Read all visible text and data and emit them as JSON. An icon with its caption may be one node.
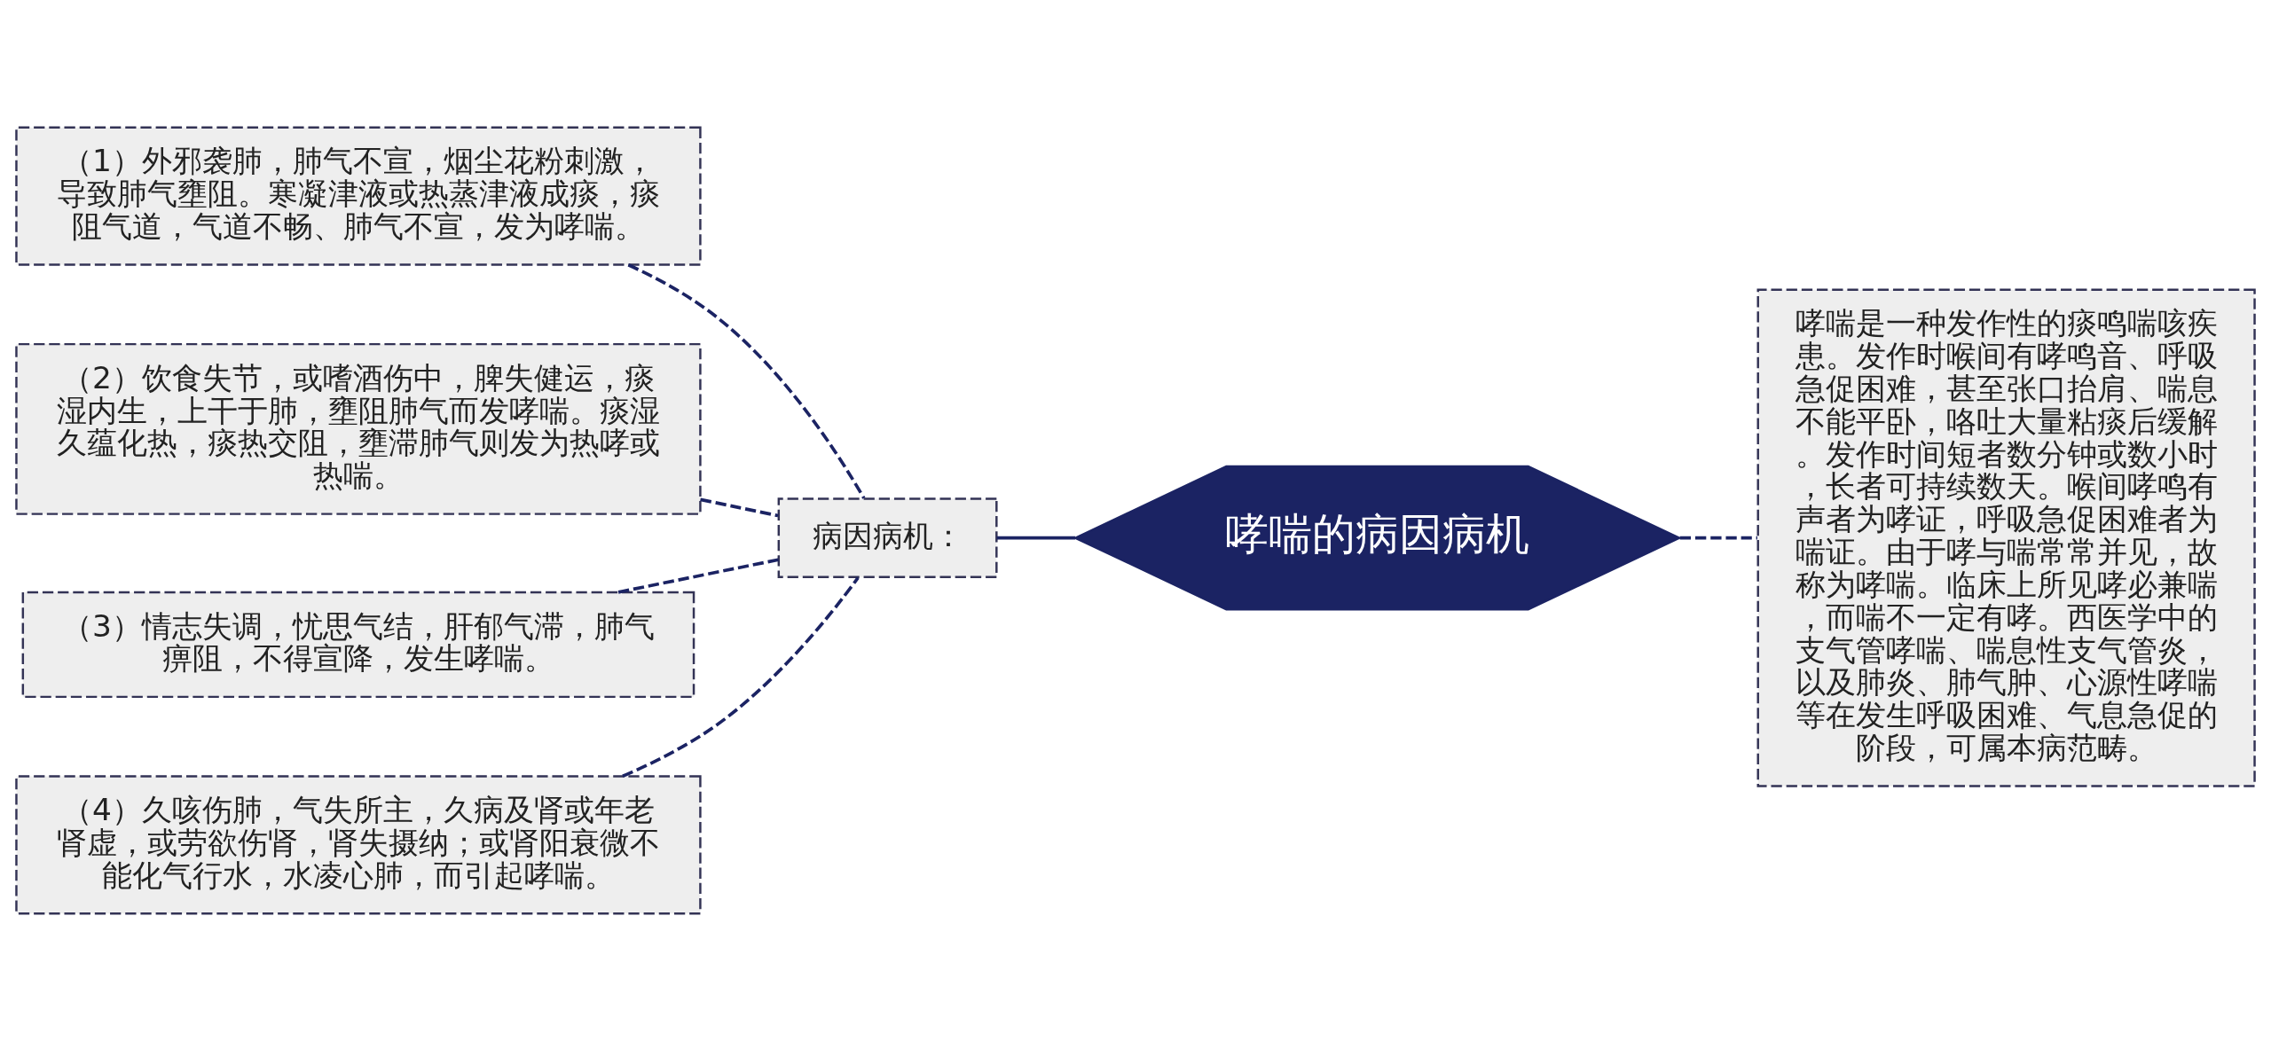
{
  "diagram": {
    "nodes": [
      {
        "text": [
          "哮喘的病因病机"
        ]
      },
      {
        "text": [
          "病因病机："
        ]
      },
      {
        "text": [
          "（1）外邪袭肺，肺气不宣，烟尘花粉刺激，导致肺气壅阻。寒凝津液或热蒸津液成痰，痰阻气道，气道不畅、肺气不宣，发为哮喘。"
        ]
      },
      {
        "text": [
          "（2）饮食失节，或嗜酒伤中，脾失健运，痰湿内生，上干于肺，壅阻肺气而发哮喘。痰湿久蕴化热，痰热交阻，壅滞肺气则发为热哮或热喘。"
        ]
      },
      {
        "text": [
          "（3）情志失调，忧思气结，肝郁气滞，肺气痹阻，不得宣降，发生哮喘。"
        ]
      },
      {
        "text": [
          "（4）久咳伤肺，气失所主，久病及肾或年老肾虚，或劳欲伤肾，肾失摄纳；或肾阳衰微不能化气行水，水凌心肺，而引起哮喘。"
        ]
      },
      {
        "text": [
          "哮喘是一种发作性的痰鸣喘咳疾患。发作时喉间有哮鸣音、呼吸急促困难，甚至张口抬肩、喘息不能平卧，咯吐大量粘痰后缓解。发作时间短者数分钟或数小时，长者可持续数天。喉间哮鸣有声者为哮证，呼吸急促困难者为喘证。由于哮与喘常常并见，故称为哮喘。临床上所见哮必兼喘，而喘不一定有哮。西医学中的支气管哮喘、喘息性支气管炎，以及肺炎、肺气肿、心源性哮喘等在发生呼吸困难、气息急促的阶段，可属本病范畴。"
        ]
      }
    ],
    "edges": [
      {
        "from": 0,
        "to": 1,
        "arrow": "none"
      },
      {
        "from": 1,
        "to": 2,
        "arrow": "none",
        "style": "dashed"
      },
      {
        "from": 1,
        "to": 3,
        "arrow": "none",
        "style": "dashed"
      },
      {
        "from": 1,
        "to": 4,
        "arrow": "none",
        "style": "dashed"
      },
      {
        "from": 1,
        "to": 5,
        "arrow": "none",
        "style": "dashed"
      },
      {
        "from": 0,
        "to": 6,
        "arrow": "none",
        "style": "dashed"
      }
    ]
  }
}
